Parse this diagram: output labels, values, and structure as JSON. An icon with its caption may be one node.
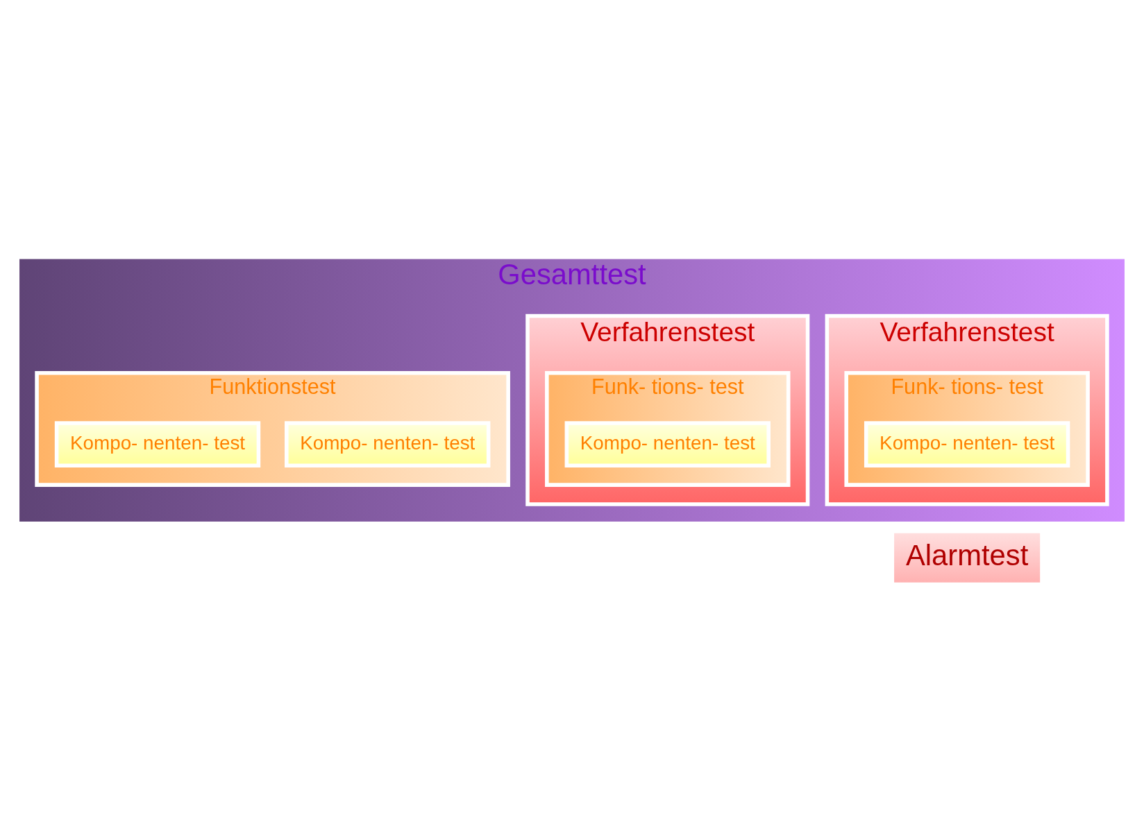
{
  "diagram": {
    "nodes": [
      {
        "text": [
          "Gesamttest"
        ]
      },
      {
        "text": [
          "Verfahrenstest"
        ],
        "in": 0
      },
      {
        "text": [
          "Verfahrenstest"
        ],
        "in": 0
      },
      {
        "text": [
          "Funk- tions- test"
        ],
        "in": 1
      },
      {
        "text": [
          "Kompo- nenten- test"
        ],
        "in": 3
      },
      {
        "text": [
          "Funktionstest"
        ],
        "in": 0
      },
      {
        "text": [
          "Kompo- nenten- test"
        ],
        "in": 5
      },
      {
        "text": [
          "Kompo- nenten- test"
        ],
        "in": 5
      },
      {
        "text": [
          "Funk- tions- test"
        ],
        "in": 2
      },
      {
        "text": [
          "Kompo- nenten- test"
        ],
        "in": 8
      },
      {
        "text": [
          "Alarmtest"
        ]
      }
    ],
    "edges": []
  }
}
